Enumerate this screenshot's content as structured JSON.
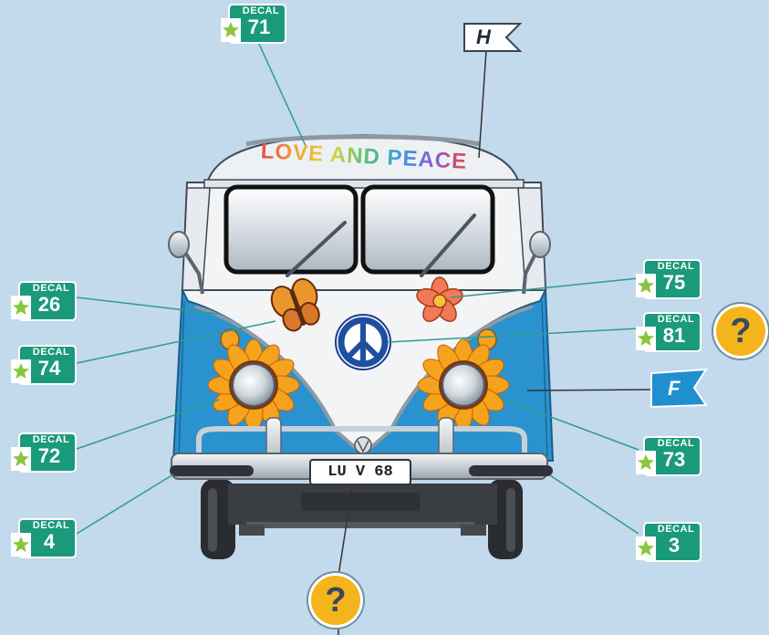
{
  "decal_label": "DECAL",
  "decals": [
    {
      "id": "decal-71",
      "number": "71"
    },
    {
      "id": "decal-26",
      "number": "26"
    },
    {
      "id": "decal-74",
      "number": "74"
    },
    {
      "id": "decal-72",
      "number": "72"
    },
    {
      "id": "decal-4",
      "number": "4"
    },
    {
      "id": "decal-75",
      "number": "75"
    },
    {
      "id": "decal-81",
      "number": "81"
    },
    {
      "id": "decal-73",
      "number": "73"
    },
    {
      "id": "decal-3",
      "number": "3"
    }
  ],
  "flags": {
    "top": "H",
    "side": "F"
  },
  "question_mark": "?",
  "slogan": "LOVE AND PEACE",
  "license_plate": "LU V 68",
  "colors": {
    "background": "#c3d9ec",
    "decal_green": "#1a9a7a",
    "bus_blue": "#2a93cf",
    "bus_white": "#f2f4f6",
    "question_yellow": "#f4b51c",
    "side_flag_blue": "#1f8fd0"
  }
}
